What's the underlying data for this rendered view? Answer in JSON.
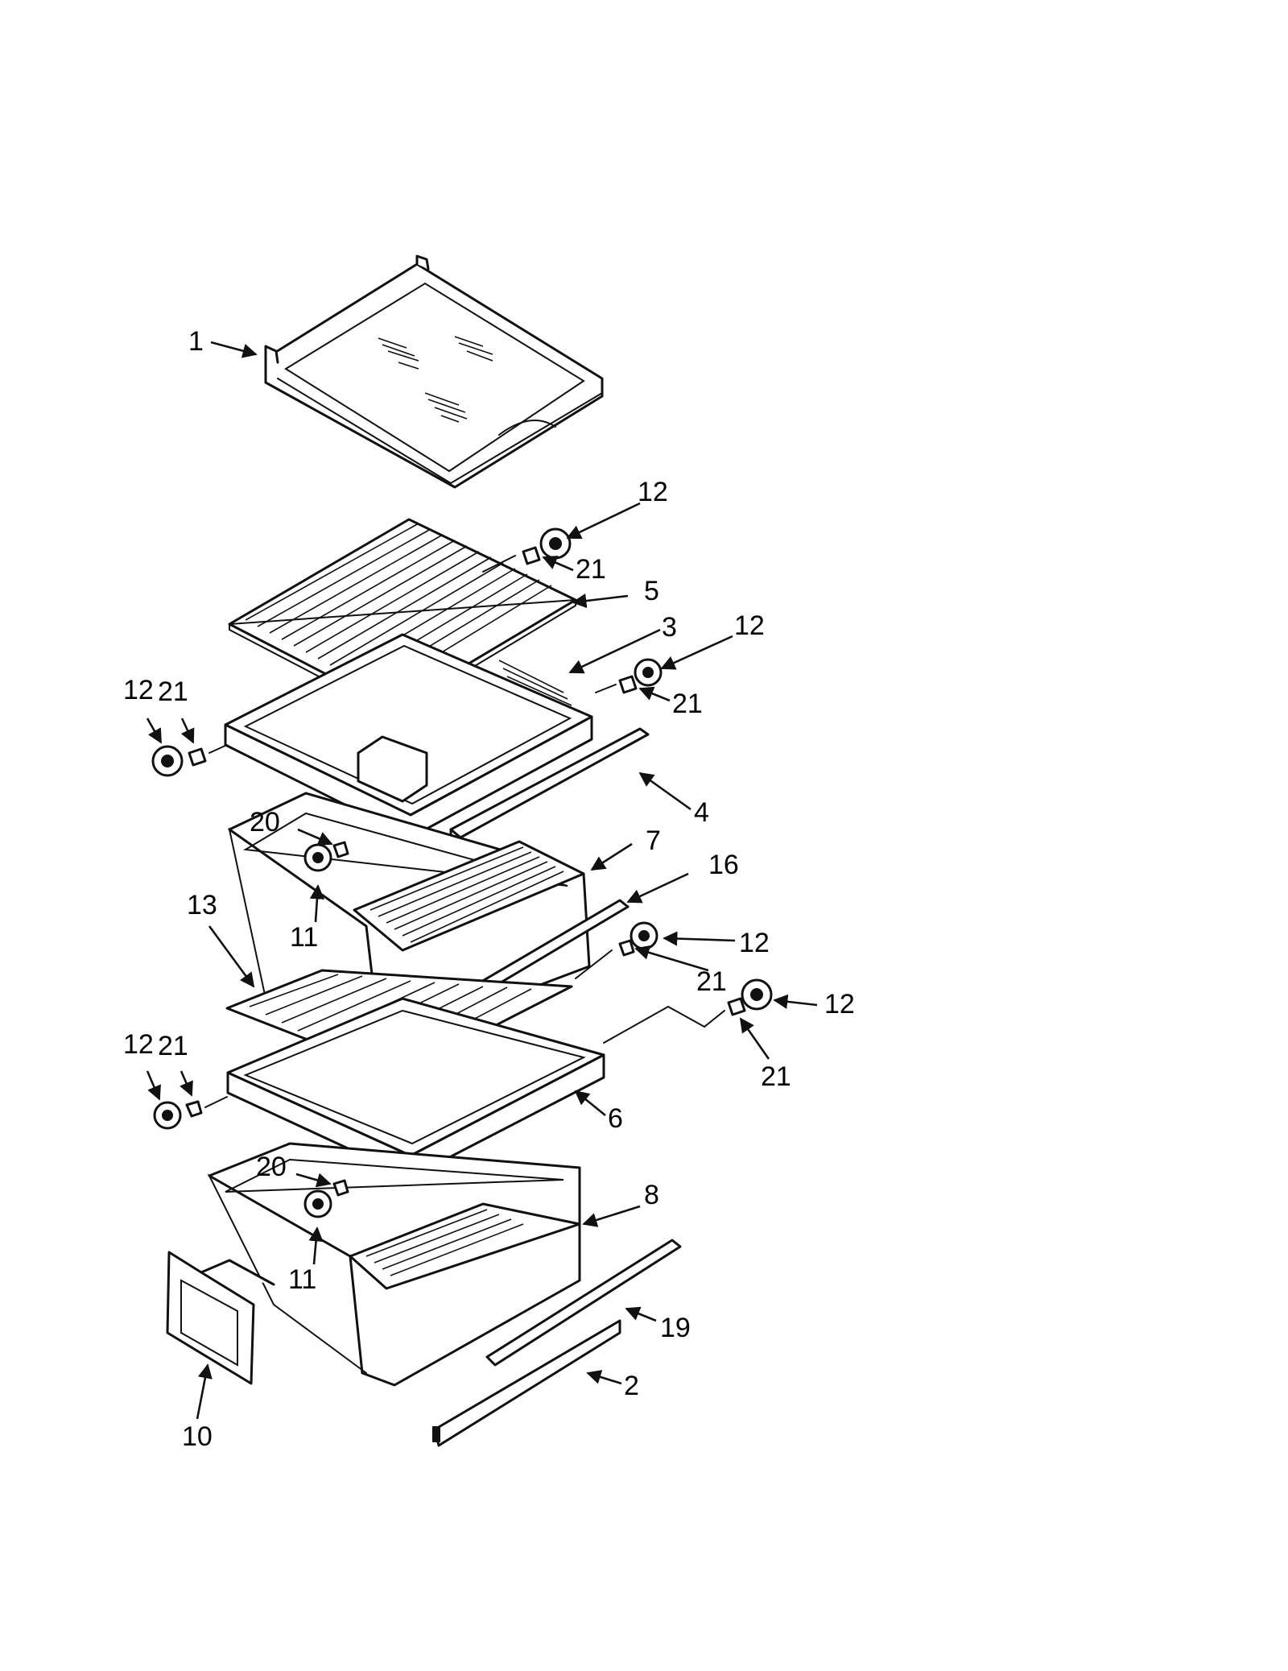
{
  "diagram": {
    "type": "exploded-parts-diagram",
    "line_color": "#111111",
    "background": "#ffffff",
    "callouts": {
      "c1": "1",
      "c12a": "12",
      "c21a": "21",
      "c5": "5",
      "c3": "3",
      "c12b": "12",
      "c21b": "21",
      "c12c": "12",
      "c21c": "21",
      "c4": "4",
      "c20a": "20",
      "c7": "7",
      "c16": "16",
      "c11a": "11",
      "c13": "13",
      "c12d": "12",
      "c21d": "21",
      "c12e": "12",
      "c21e": "21",
      "c12f": "12",
      "c21f": "21",
      "c6": "6",
      "c20b": "20",
      "c8": "8",
      "c11b": "11",
      "c19": "19",
      "c2": "2",
      "c10": "10"
    }
  }
}
